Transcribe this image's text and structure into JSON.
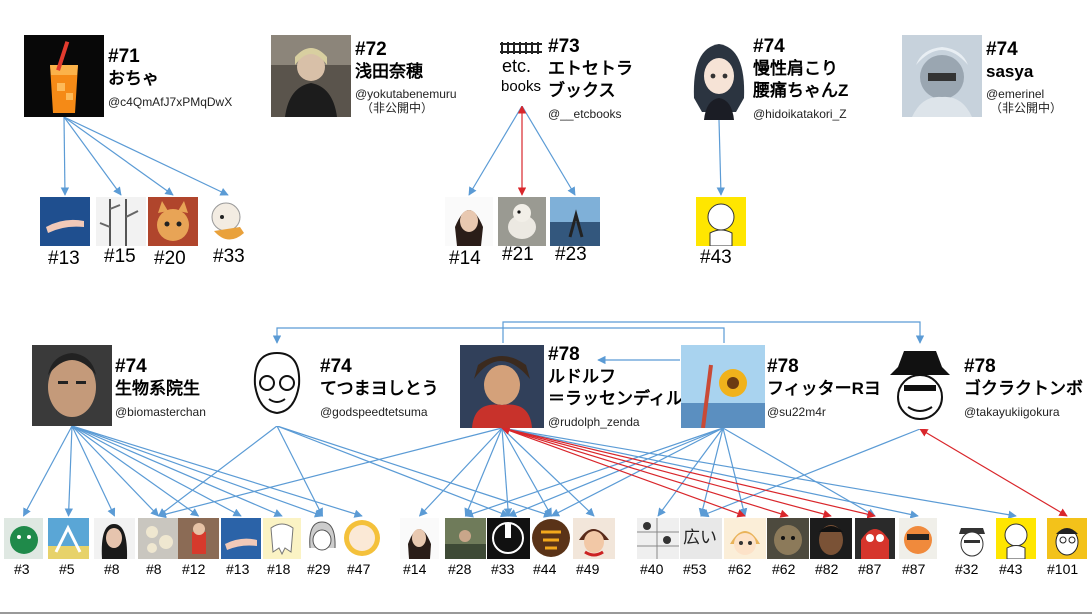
{
  "accounts": [
    {
      "id": "a71",
      "rank": "#71",
      "name": "おちゃ",
      "handle": "@c4QmAfJ7xPMqDwX"
    },
    {
      "id": "a72",
      "rank": "#72",
      "name": "浅田奈穂",
      "handle": "@yokutabenemuru",
      "note": "（非公開中）"
    },
    {
      "id": "a73",
      "rank": "#73",
      "name_line1": "エトセトラ",
      "name_line2": "ブックス",
      "handle": "@__etcbooks",
      "logo_text_top": "etc.",
      "logo_text_bottom": "books"
    },
    {
      "id": "a74a",
      "rank": "#74",
      "name_line1": "慢性肩こり",
      "name_line2": "腰痛ちゃんZ",
      "handle": "@hidoikatakori_Z"
    },
    {
      "id": "a74b",
      "rank": "#74",
      "name": "sasya",
      "handle": "@emerinel",
      "note": "（非公開中）"
    },
    {
      "id": "b74a",
      "rank": "#74",
      "name": "生物系院生",
      "handle": "@biomasterchan"
    },
    {
      "id": "b74b",
      "rank": "#74",
      "name": "てつまヨしとう",
      "handle": "@godspeedtetsuma"
    },
    {
      "id": "b78a",
      "rank": "#78",
      "name_line1": "ルドルフ",
      "name_line2": "＝ラッセンディル",
      "handle": "@rudolph_zenda"
    },
    {
      "id": "b78b",
      "rank": "#78",
      "name": "フィッターRヨ",
      "handle": "@su22m4r"
    },
    {
      "id": "b78c",
      "rank": "#78",
      "name": "ゴクラクトンボ",
      "handle": "@takayukiigokura"
    }
  ],
  "top_children": [
    {
      "id": "t13",
      "label": "#13"
    },
    {
      "id": "t15",
      "label": "#15"
    },
    {
      "id": "t20",
      "label": "#20"
    },
    {
      "id": "t33",
      "label": "#33"
    },
    {
      "id": "t14",
      "label": "#14"
    },
    {
      "id": "t21",
      "label": "#21"
    },
    {
      "id": "t23",
      "label": "#23"
    },
    {
      "id": "t43",
      "label": "#43"
    }
  ],
  "bottom_children": [
    {
      "id": "c3",
      "label": "#3"
    },
    {
      "id": "c5",
      "label": "#5"
    },
    {
      "id": "c8a",
      "label": "#8"
    },
    {
      "id": "c8b",
      "label": "#8"
    },
    {
      "id": "c12",
      "label": "#12"
    },
    {
      "id": "c13",
      "label": "#13"
    },
    {
      "id": "c18",
      "label": "#18"
    },
    {
      "id": "c29",
      "label": "#29"
    },
    {
      "id": "c47",
      "label": "#47"
    },
    {
      "id": "c14",
      "label": "#14"
    },
    {
      "id": "c28",
      "label": "#28"
    },
    {
      "id": "c33",
      "label": "#33"
    },
    {
      "id": "c44",
      "label": "#44"
    },
    {
      "id": "c49",
      "label": "#49"
    },
    {
      "id": "c40",
      "label": "#40"
    },
    {
      "id": "c53",
      "label": "#53",
      "avatar_text": "広い"
    },
    {
      "id": "c62a",
      "label": "#62"
    },
    {
      "id": "c62b",
      "label": "#62"
    },
    {
      "id": "c82",
      "label": "#82"
    },
    {
      "id": "c87a",
      "label": "#87"
    },
    {
      "id": "c87b",
      "label": "#87"
    },
    {
      "id": "c32",
      "label": "#32"
    },
    {
      "id": "c43",
      "label": "#43"
    },
    {
      "id": "c101",
      "label": "#101"
    }
  ],
  "edge_colors": {
    "follow": "#5b9bd5",
    "mutual": "#d9262b"
  },
  "links": {
    "blue": [
      [
        "a71",
        "t13"
      ],
      [
        "a71",
        "t15"
      ],
      [
        "a71",
        "t20"
      ],
      [
        "a71",
        "t33"
      ],
      [
        "a73",
        "t14"
      ],
      [
        "a73",
        "t23"
      ],
      [
        "a74a",
        "t43"
      ],
      [
        "b74a",
        "c3"
      ],
      [
        "b74a",
        "c5"
      ],
      [
        "b74a",
        "c8a"
      ],
      [
        "b74a",
        "c8b"
      ],
      [
        "b74a",
        "c12"
      ],
      [
        "b74a",
        "c13"
      ],
      [
        "b74a",
        "c18"
      ],
      [
        "b74a",
        "c29"
      ],
      [
        "b74a",
        "c47"
      ],
      [
        "b74b",
        "c8b"
      ],
      [
        "b74b",
        "c29"
      ],
      [
        "b74b",
        "c33"
      ],
      [
        "b74b",
        "c44"
      ],
      [
        "b78a",
        "c8b"
      ],
      [
        "b78a",
        "c14"
      ],
      [
        "b78a",
        "c28"
      ],
      [
        "b78a",
        "c33"
      ],
      [
        "b78a",
        "c44"
      ],
      [
        "b78a",
        "c49"
      ],
      [
        "b78a",
        "c87b"
      ],
      [
        "b78a",
        "c43"
      ],
      [
        "b78b",
        "c28"
      ],
      [
        "b78b",
        "c33"
      ],
      [
        "b78b",
        "c44"
      ],
      [
        "b78b",
        "c40"
      ],
      [
        "b78b",
        "c53"
      ],
      [
        "b78b",
        "c62a"
      ],
      [
        "b78b",
        "c87a"
      ],
      [
        "b78c",
        "c53"
      ]
    ],
    "red": [
      [
        "a73",
        "t21"
      ],
      [
        "b78a",
        "c62a"
      ],
      [
        "b78a",
        "c62b"
      ],
      [
        "b78a",
        "c82"
      ],
      [
        "b78a",
        "c87a"
      ],
      [
        "b78c",
        "c101"
      ]
    ]
  }
}
